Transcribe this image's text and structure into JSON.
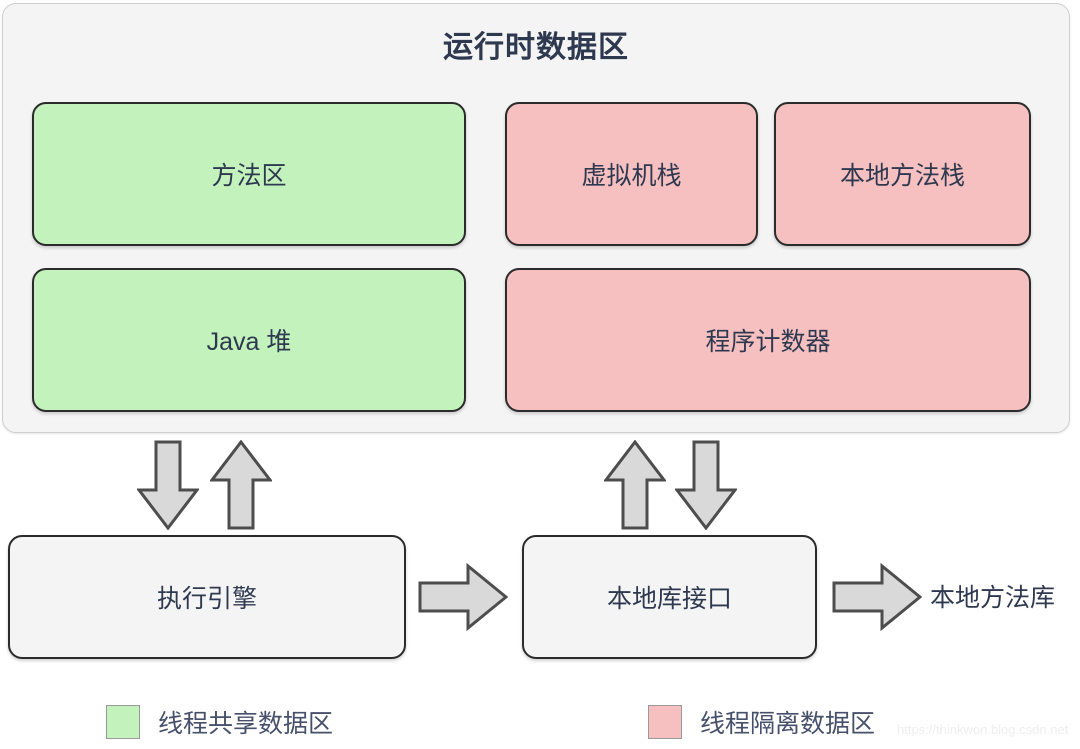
{
  "runtime_area": {
    "title": "运行时数据区",
    "boxes": [
      {
        "label": "方法区",
        "color": "#c3f2bd",
        "group": "thread-shared"
      },
      {
        "label": "虚拟机栈",
        "color": "#f6c0c0",
        "group": "thread-isolated"
      },
      {
        "label": "本地方法栈",
        "color": "#f6c0c0",
        "group": "thread-isolated"
      },
      {
        "label": "Java 堆",
        "color": "#c3f2bd",
        "group": "thread-shared"
      },
      {
        "label": "程序计数器",
        "color": "#f6c0c0",
        "group": "thread-isolated"
      }
    ]
  },
  "lower_row": {
    "execution_engine": "执行引擎",
    "native_interface": "本地库接口",
    "native_library": "本地方法库"
  },
  "arrows": [
    {
      "name": "engine-to-runtime-down",
      "direction": "down"
    },
    {
      "name": "runtime-to-engine-up",
      "direction": "up"
    },
    {
      "name": "runtime-to-native-up",
      "direction": "up"
    },
    {
      "name": "native-to-runtime-down",
      "direction": "down"
    },
    {
      "name": "engine-to-native-right",
      "direction": "right"
    },
    {
      "name": "native-to-library-right",
      "direction": "right"
    }
  ],
  "legend": [
    {
      "label": "线程共享数据区",
      "color": "#c3f2bd"
    },
    {
      "label": "线程隔离数据区",
      "color": "#f6c0c0"
    }
  ],
  "watermark": "https://thinkwon.blog.csdn.net",
  "colors": {
    "thread_shared": "#c3f2bd",
    "thread_isolated": "#f6c0c0",
    "container_bg": "#f4f4f4",
    "box_border": "#2b2b2b",
    "text": "#2e3950",
    "arrow_fill": "#d9d9d9",
    "arrow_stroke": "#4d4d4d"
  }
}
